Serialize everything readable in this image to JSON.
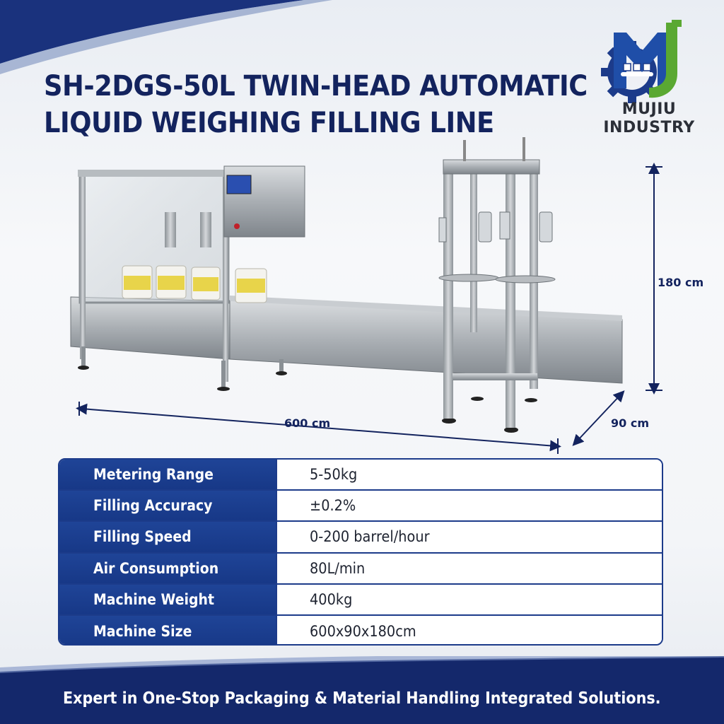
{
  "title": {
    "line1": "SH-2DGS-50L TWIN-HEAD AUTOMATIC",
    "line2": "LIQUID WEIGHING FILLING LINE"
  },
  "brand": {
    "line1": "MUJIU",
    "line2": "INDUSTRY",
    "logo_icon": "mujiu-gear-m-logo",
    "colors": {
      "blue": "#1c3b8a",
      "green": "#5aa832"
    }
  },
  "dimensions": {
    "length": "600 cm",
    "width": "90 cm",
    "height": "180 cm"
  },
  "specs": [
    {
      "label": "Metering Range",
      "value": "5-50kg"
    },
    {
      "label": "Filling Accuracy",
      "value": "±0.2%"
    },
    {
      "label": "Filling Speed",
      "value": "0-200 barrel/hour"
    },
    {
      "label": "Air Consumption",
      "value": "80L/min"
    },
    {
      "label": "Machine Weight",
      "value": "400kg"
    },
    {
      "label": "Machine Size",
      "value": "600x90x180cm"
    }
  ],
  "footer": {
    "tagline": "Expert in One-Stop Packaging & Material Handling Integrated Solutions."
  },
  "colors": {
    "navy": "#13235e",
    "table_header": "#1f4497",
    "footer_band": "#14286b"
  }
}
